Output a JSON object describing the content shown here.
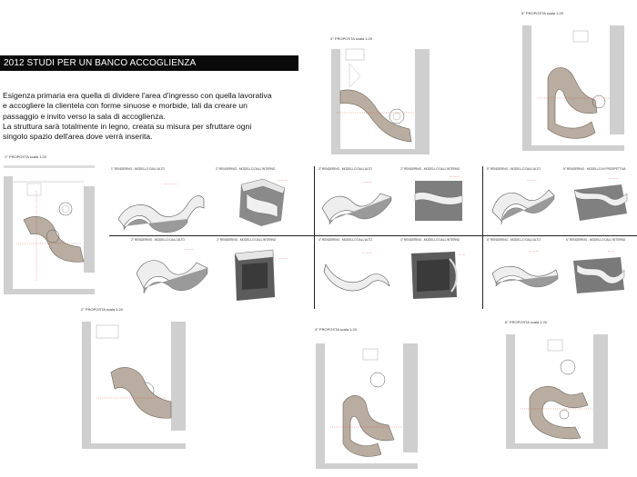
{
  "header": {
    "title": "2012 STUDI PER UN BANCO ACCOGLIENZA"
  },
  "description": {
    "lines": [
      "Esigenza primaria era quella di dividere l'area d'ingresso con quella lavorativa",
      "e accogliere la clientela con forme sinuose e morbide, tali da creare un",
      "passaggio e invito verso la sala di accoglienza.",
      "La struttura sarà totalmente in legno, creata su misura per sfruttare ogni",
      "singolo spazio dell'area dove verrà inserita."
    ]
  },
  "plans": [
    {
      "title": "1° PROPOSTA  scala 1:20"
    },
    {
      "title": "2° PROPOSTA  scala 1:20"
    },
    {
      "title": "3° PROPOSTA  scala 1:20"
    },
    {
      "title": "4° PROPOSTA  scala 1:20"
    },
    {
      "title": "5° PROPOSTA  scala 1:20"
    },
    {
      "title": "6° PROPOSTA  scala 1:20"
    }
  ],
  "renders": {
    "top": [
      "1° RENDERING - MODELLO DALL'ALTO",
      "2° RENDERING - MODELLO DALL'INTERNO",
      "3° RENDERING - MODELLO DALL'ALTO",
      "3° RENDERING - MODELLO DALL'INTERNO",
      "5° RENDERING - MODELLO DALL'ALTO",
      "6° RENDERING - MODELLO IN PROSPETTIVA"
    ],
    "bottom": [
      "2° RENDERING - MODELLO DALL'ALTO",
      "2° RENDERING - MODELLO DALL'INTERNO",
      "4° RENDERING - MODELLO DALL'ALTO",
      "4° RENDERING - MODELLO DALL'INTERNO",
      "6° RENDERING - MODELLO DALL'ALTO",
      "6° RENDERING - MODELLO DALL'INTERNO"
    ]
  },
  "colors": {
    "counter": "#b8ada0",
    "wall": "#cfcfcf",
    "annotation": "#d9261c",
    "title_bar": "#0a0a0a"
  }
}
